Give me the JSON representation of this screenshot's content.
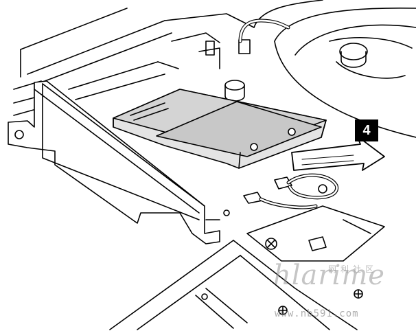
{
  "diagram": {
    "step_number": "4",
    "colors": {
      "line": "#000000",
      "card_fill": "#e4e4e4",
      "card_top": "#cfcfcf",
      "bracket_fill": "#ffffff",
      "arrow_fill": "#ffffff"
    }
  },
  "watermark": {
    "script_text": "hlarime",
    "cjk_text": "网利社区",
    "url_text": "www.nb591.com"
  }
}
